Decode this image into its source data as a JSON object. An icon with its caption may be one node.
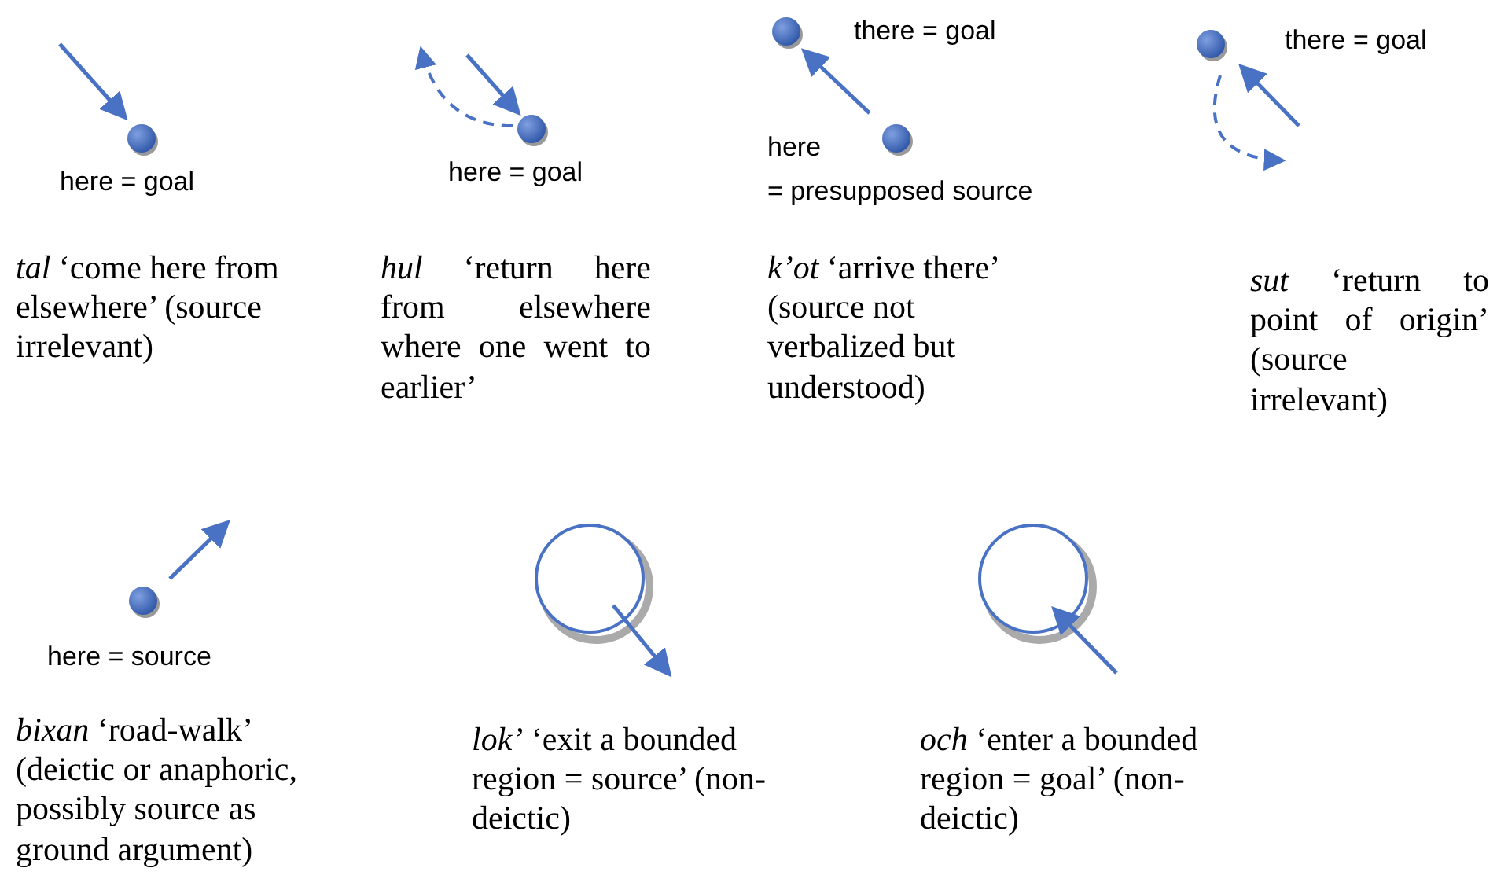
{
  "diagram": {
    "labels": [
      "here = goal",
      "*tal* ‘come here from elsewhere’ (source irrelevant)",
      "here = goal",
      "*hul* ‘return here from elsewhere where one went to earlier’",
      "there = goal",
      "here",
      "= presupposed source",
      "*k’ot* ‘arrive there’ (source not verbalized but understood)",
      "there = goal",
      "*sut* ‘return to point of origin’ (source irrelevant)",
      "here = source",
      "*bixan* ‘road-walk’ (deictic or anaphoric, possibly source as ground argument)",
      "*lok’* ‘exit a bounded region = source’ (non-deictic)",
      "*och* ‘enter a bounded region = goal’ (non-deictic)"
    ]
  }
}
